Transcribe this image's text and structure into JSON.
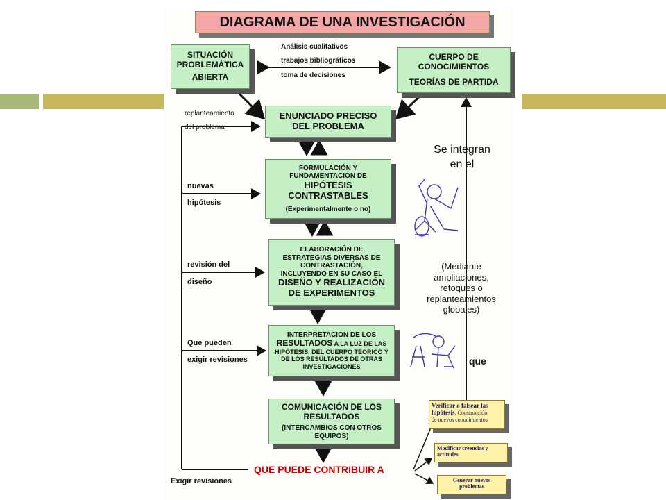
{
  "colors": {
    "bar_green": "#a8b878",
    "bar_gold": "#c7b85e",
    "box_green": "#c5efc5",
    "title_pink": "#f4a6a6",
    "contrib_red": "#cc0000",
    "note_yellow": "#fff1a8"
  },
  "title": "DIAGRAMA DE UNA INVESTIGACIÓN",
  "left_top_box": {
    "line1": "SITUACIÓN",
    "line2": "PROBLEMÁTICA",
    "line3": "ABIERTA"
  },
  "right_top_box": {
    "line1": "CUERPO DE",
    "line2": "CONOCIMIENTOS",
    "line3": "TEORÍAS DE PARTIDA"
  },
  "exchange": {
    "line1": "Análisis cualitativos",
    "line2": "trabajos bibliográficos",
    "line3": "toma de decisiones"
  },
  "enunciado": {
    "line1": "ENUNCIADO PRECISO",
    "line2": "DEL PROBLEMA"
  },
  "hipotesis": {
    "line1": "FORMULACIÓN Y",
    "line2": "FUNDAMENTACIÓN DE",
    "line3": "HIPÓTESIS",
    "line4": "CONTRASTABLES",
    "line5": "(Experimentalmente o no)"
  },
  "elaboracion": {
    "line1": "ELABORACIÓN DE",
    "line2": "ESTRATEGIAS DIVERSAS DE",
    "line3": "CONTRASTACIÓN,",
    "line4": "INCLUYENDO EN SU CASO EL",
    "line5": "DISEÑO Y REALIZACIÓN",
    "line6": "DE EXPERIMENTOS"
  },
  "interpretacion": {
    "line1": "INTERPRETACIÓN DE LOS",
    "line2a": "RESULTADOS",
    "line2b": " A LA LUZ DE LAS",
    "line3": "HIPÓTESIS, DEL CUERPO TEORICO Y",
    "line4": "DE LOS RESULTADOS DE OTRAS",
    "line5": "INVESTIGACIONES"
  },
  "comunicacion": {
    "line1": "COMUNICACIÓN DE LOS",
    "line2": "RESULTADOS",
    "line3": "(INTERCAMBIOS CON OTROS",
    "line4": "EQUIPOS)"
  },
  "left_labels": {
    "replant1": "replanteamiento",
    "replant2": "del problema",
    "nuevas1": "nuevas",
    "nuevas2": "hipótesis",
    "revision1": "revisión del",
    "revision2": "diseño",
    "pueden1": "Que pueden",
    "pueden2": "exigir revisiones",
    "exigir": "Exigir revisiones"
  },
  "contribuir": "QUE PUEDE CONTRIBUIR A",
  "right_side": {
    "integran1": "Se integran",
    "integran2": "en el",
    "mediante1": "(Mediante",
    "mediante2": "ampliaciones,",
    "mediante3": "retoques o",
    "mediante4": "replanteamientos",
    "mediante5": "globales)",
    "que": "que"
  },
  "outcomes": {
    "verificar1": "Verificar o falsear las",
    "verificar2a": "hipótesis",
    "verificar2b": ". Construcción",
    "verificar3": "de nuevos conocimientos",
    "modificar1": "Modificar creencias y",
    "modificar2": "actitudes",
    "generar1": "Generar nuevos",
    "generar2": "problemas"
  }
}
